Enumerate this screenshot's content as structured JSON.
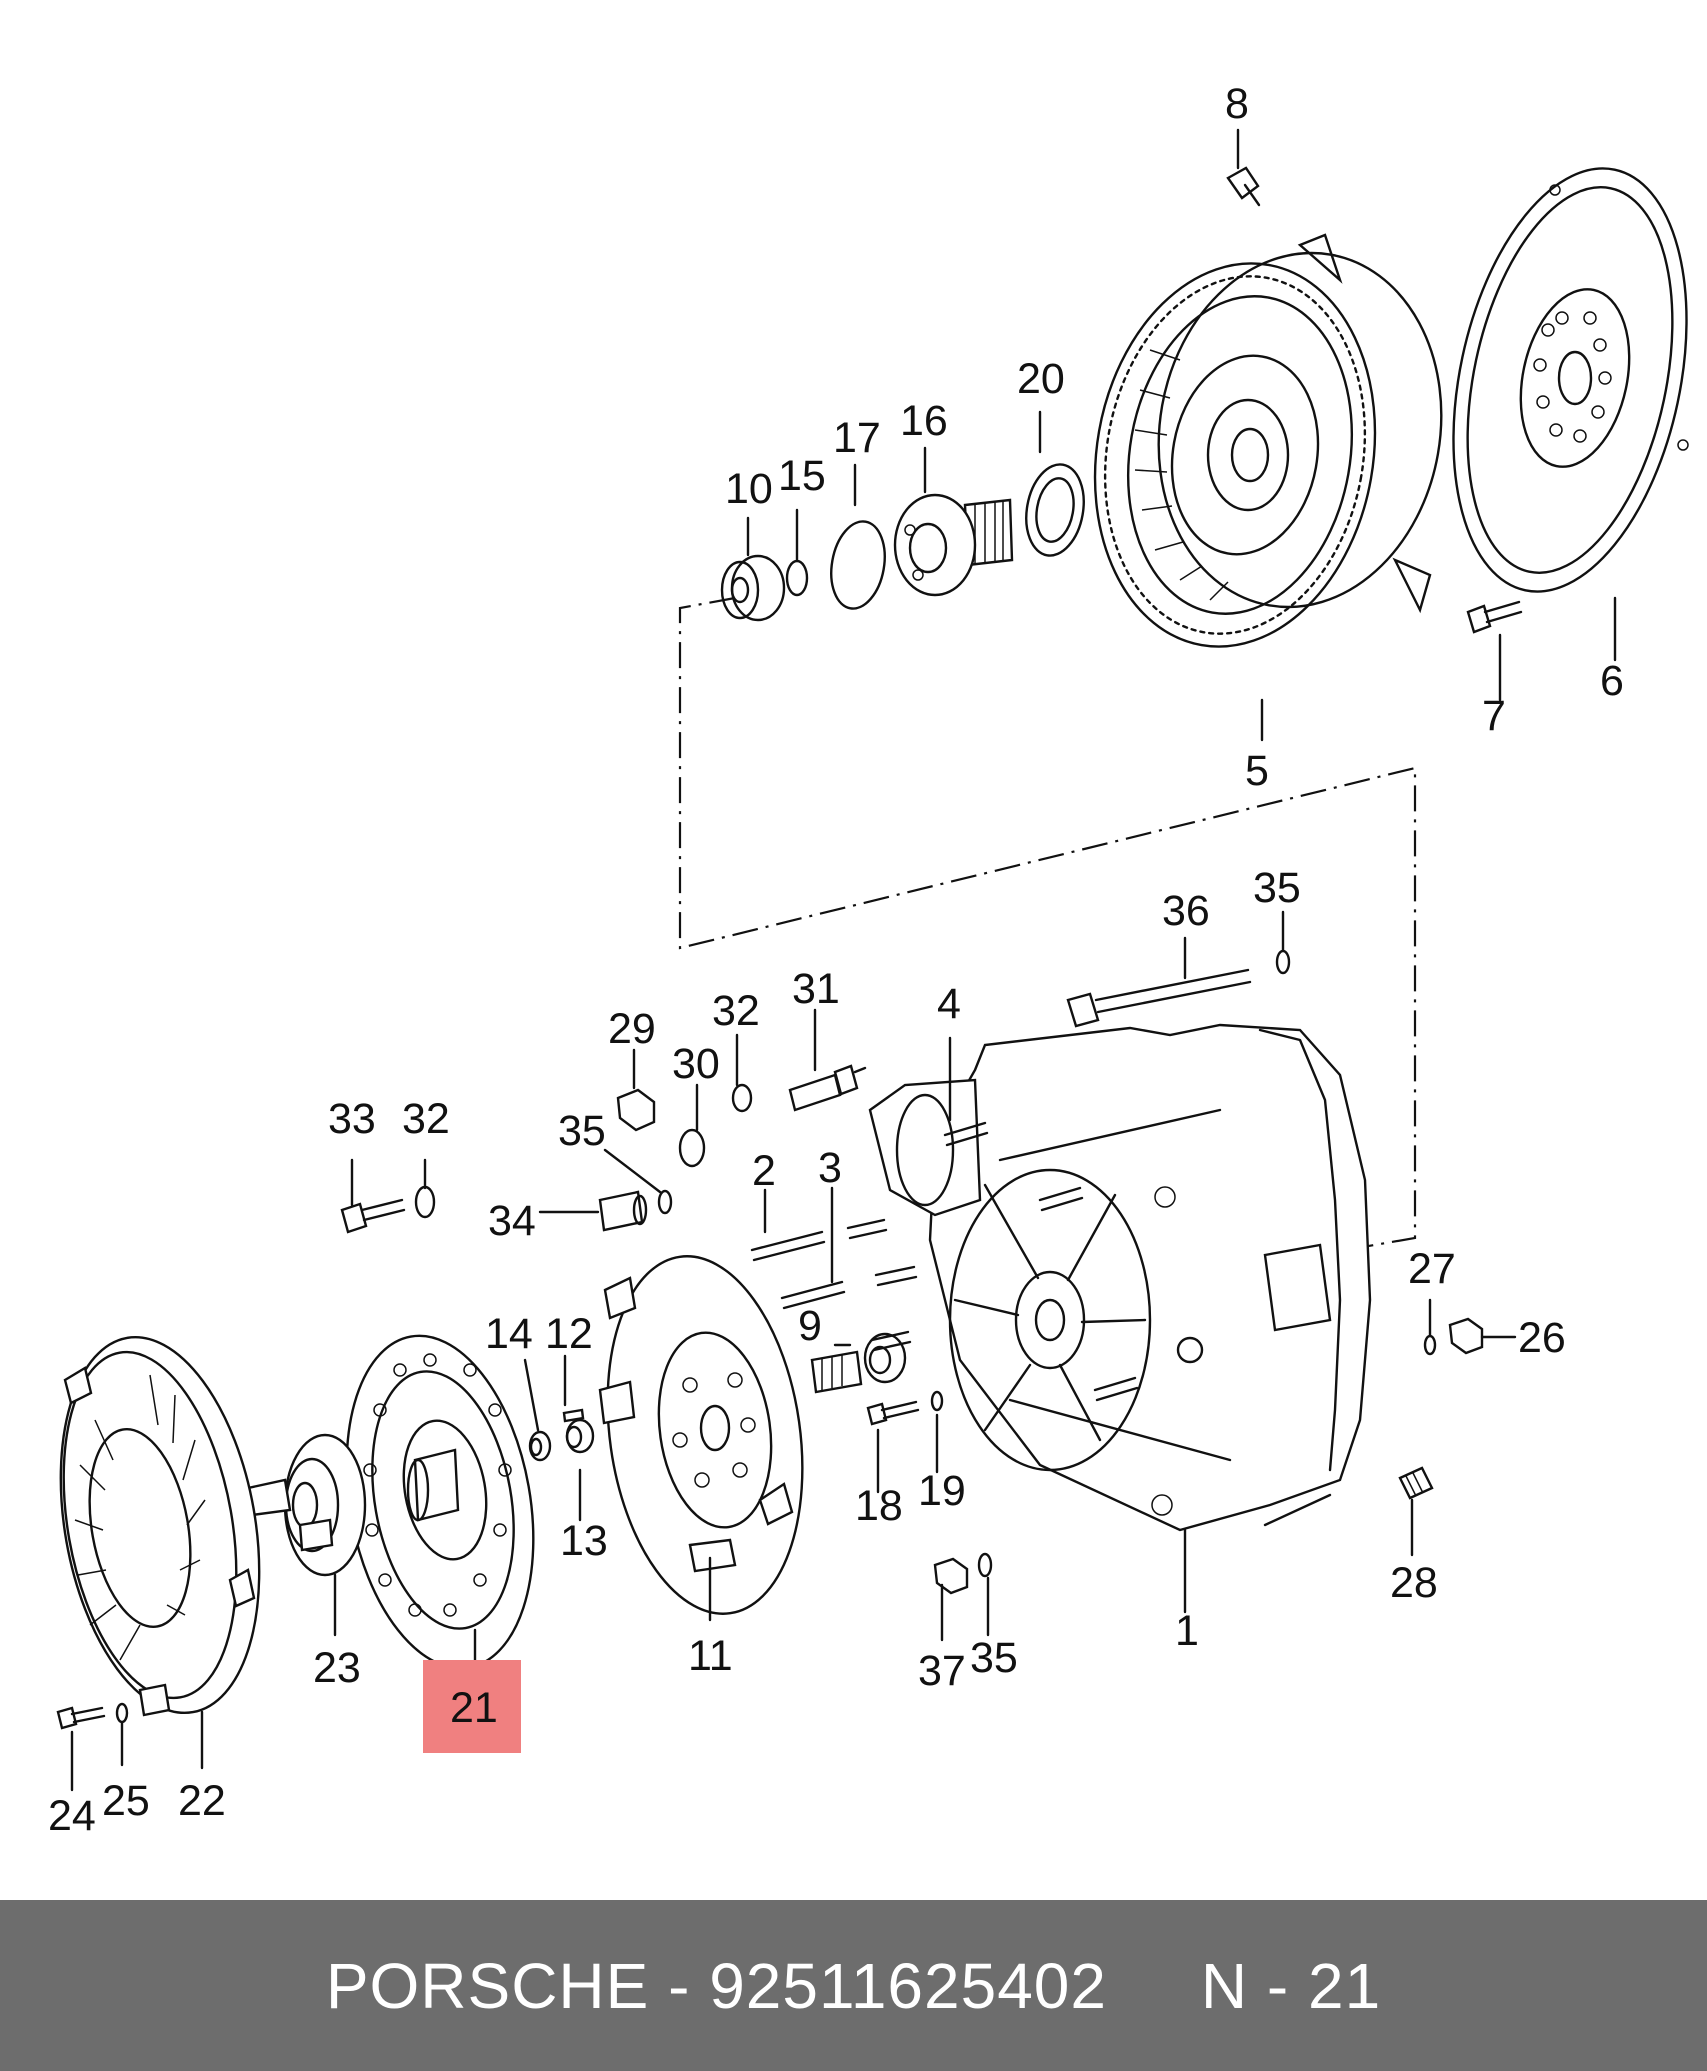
{
  "diagram": {
    "labels": {
      "l1": "1",
      "l2": "2",
      "l3": "3",
      "l4": "4",
      "l5": "5",
      "l6": "6",
      "l7": "7",
      "l8": "8",
      "l9": "9",
      "l10": "10",
      "l11": "11",
      "l12": "12",
      "l13": "13",
      "l14": "14",
      "l15": "15",
      "l16": "16",
      "l17": "17",
      "l18": "18",
      "l19": "19",
      "l20": "20",
      "l21": "21",
      "l22": "22",
      "l23": "23",
      "l24": "24",
      "l25": "25",
      "l26": "26",
      "l27": "27",
      "l28": "28",
      "l29": "29",
      "l30": "30",
      "l31": "31",
      "l32a": "32",
      "l32b": "32",
      "l33": "33",
      "l34": "34",
      "l35a": "35",
      "l35b": "35",
      "l35c": "35",
      "l36": "36",
      "l37": "37"
    },
    "highlighted_part": "21",
    "highlight_color": "#f08080"
  },
  "footer": {
    "text": "PORSCHE - 92511625402     N - 21",
    "background": "#6d6d6d"
  }
}
